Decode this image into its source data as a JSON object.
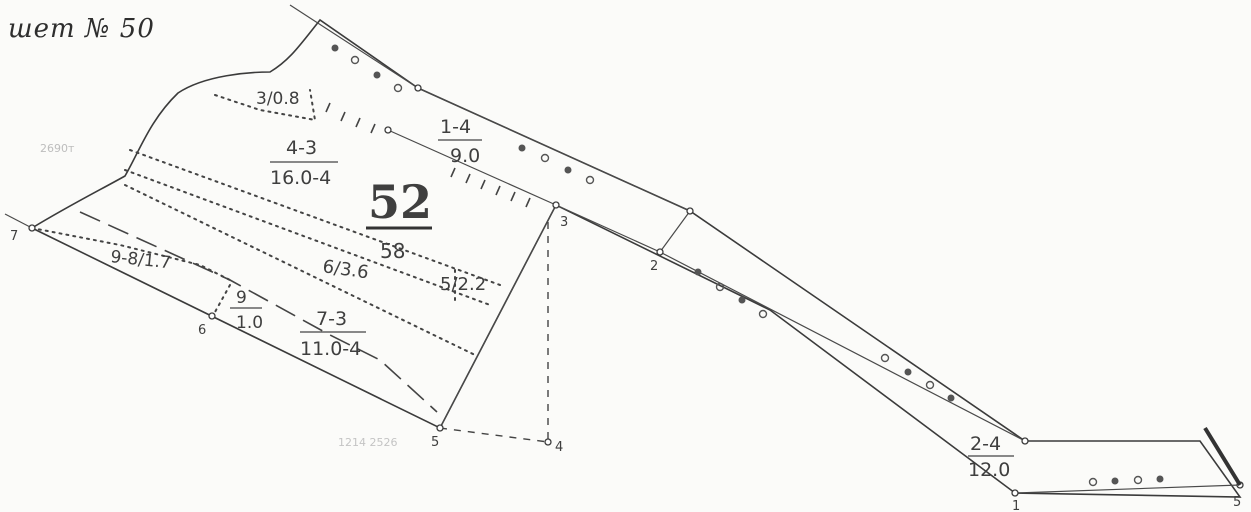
{
  "sheet_title": "шет № 50",
  "parcel": {
    "number": "52",
    "area": "58"
  },
  "stand_labels": [
    {
      "top": "1-4",
      "bottom": "9.0"
    },
    {
      "top": "4-3",
      "bottom": "16.0-4"
    },
    {
      "top": "7-3",
      "bottom": "11.0-4"
    },
    {
      "top": "2-4",
      "bottom": "12.0"
    },
    {
      "top": "9",
      "bottom": "1.0"
    }
  ],
  "inline_labels": [
    "3/0.8",
    "6/3.6",
    "5/2.2",
    "9-8/1.7"
  ],
  "point_numbers": [
    "1",
    "2",
    "3",
    "4",
    "5",
    "6",
    "7",
    "5"
  ],
  "faint_text": [
    "2690т",
    "1214 2526"
  ]
}
